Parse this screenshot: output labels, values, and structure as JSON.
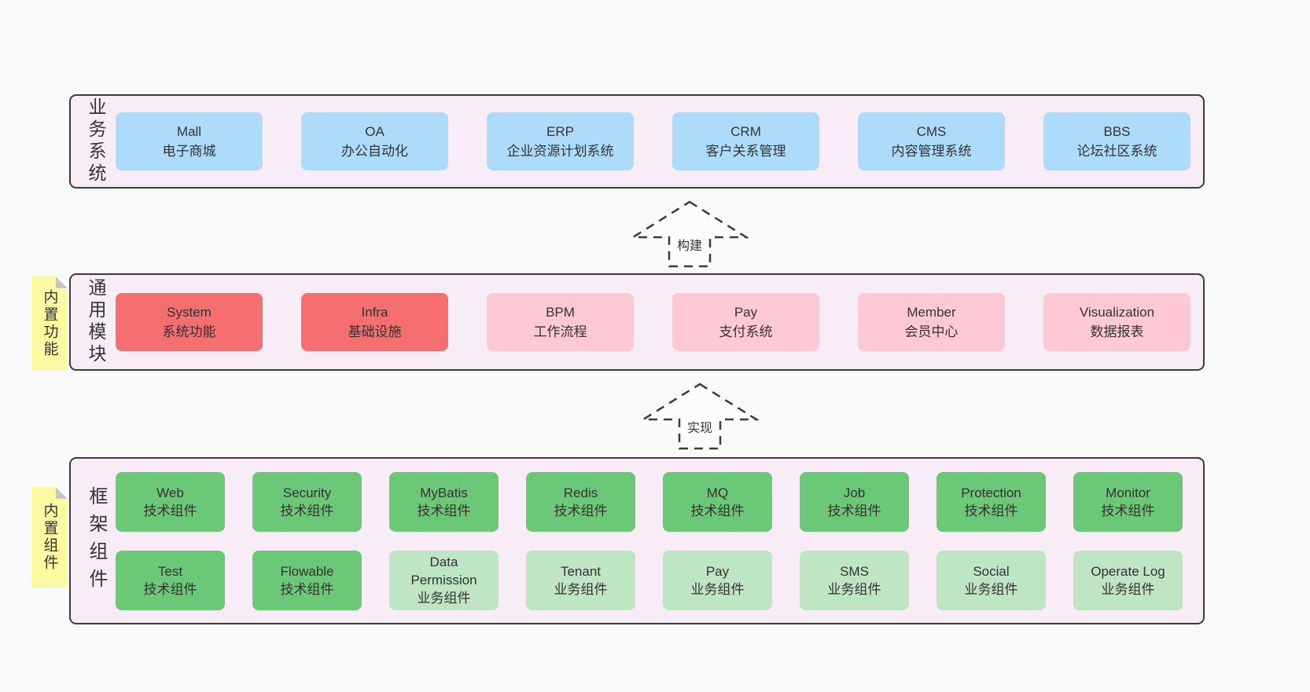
{
  "colors": {
    "blue": "#addcfa",
    "red": "#f56e70",
    "pink": "#fec9d4",
    "green": "#6bc877",
    "lightgreen": "#bee5c4",
    "sticky_yellow": "#fafaa3",
    "container_bg": "#f8ecf6",
    "border": "#3b3b3b",
    "text": "#333333",
    "page_bg": "#f9f9f9"
  },
  "layers": [
    {
      "label": "业务系统",
      "sticky": null,
      "rows": [
        [
          {
            "name": "Mall",
            "desc": "电子商城",
            "variant": "blue"
          },
          {
            "name": "OA",
            "desc": "办公自动化",
            "variant": "blue"
          },
          {
            "name": "ERP",
            "desc": "企业资源计划系统",
            "variant": "blue"
          },
          {
            "name": "CRM",
            "desc": "客户关系管理",
            "variant": "blue"
          },
          {
            "name": "CMS",
            "desc": "内容管理系统",
            "variant": "blue"
          },
          {
            "name": "BBS",
            "desc": "论坛社区系统",
            "variant": "blue"
          }
        ]
      ]
    },
    {
      "label": "通用模块",
      "sticky": "内置功能",
      "rows": [
        [
          {
            "name": "System",
            "desc": "系统功能",
            "variant": "red"
          },
          {
            "name": "Infra",
            "desc": "基础设施",
            "variant": "red"
          },
          {
            "name": "BPM",
            "desc": "工作流程",
            "variant": "pink"
          },
          {
            "name": "Pay",
            "desc": "支付系统",
            "variant": "pink"
          },
          {
            "name": "Member",
            "desc": "会员中心",
            "variant": "pink"
          },
          {
            "name": "Visualization",
            "desc": "数据报表",
            "variant": "pink"
          }
        ]
      ]
    },
    {
      "label": "框架组件",
      "sticky": "内置组件",
      "rows": [
        [
          {
            "name": "Web",
            "desc": "技术组件",
            "variant": "green"
          },
          {
            "name": "Security",
            "desc": "技术组件",
            "variant": "green"
          },
          {
            "name": "MyBatis",
            "desc": "技术组件",
            "variant": "green"
          },
          {
            "name": "Redis",
            "desc": "技术组件",
            "variant": "green"
          },
          {
            "name": "MQ",
            "desc": "技术组件",
            "variant": "green"
          },
          {
            "name": "Job",
            "desc": "技术组件",
            "variant": "green"
          },
          {
            "name": "Protection",
            "desc": "技术组件",
            "variant": "green"
          },
          {
            "name": "Monitor",
            "desc": "技术组件",
            "variant": "green"
          }
        ],
        [
          {
            "name": "Test",
            "desc": "技术组件",
            "variant": "green"
          },
          {
            "name": "Flowable",
            "desc": "技术组件",
            "variant": "green"
          },
          {
            "name": "Data Permission",
            "desc": "业务组件",
            "variant": "lightgreen"
          },
          {
            "name": "Tenant",
            "desc": "业务组件",
            "variant": "lightgreen"
          },
          {
            "name": "Pay",
            "desc": "业务组件",
            "variant": "lightgreen"
          },
          {
            "name": "SMS",
            "desc": "业务组件",
            "variant": "lightgreen"
          },
          {
            "name": "Social",
            "desc": "业务组件",
            "variant": "lightgreen"
          },
          {
            "name": "Operate Log",
            "desc": "业务组件",
            "variant": "lightgreen"
          }
        ]
      ]
    }
  ],
  "arrows": [
    {
      "label": "构建"
    },
    {
      "label": "实现"
    }
  ]
}
